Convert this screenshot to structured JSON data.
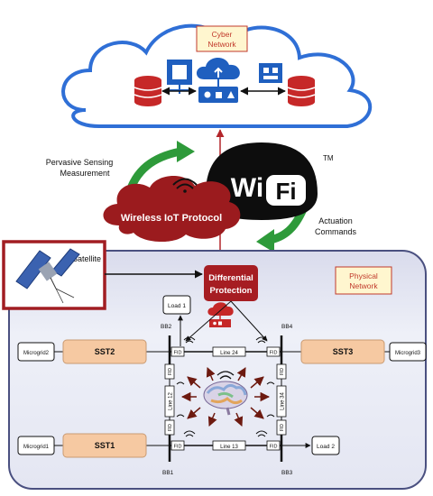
{
  "cyber": {
    "title_line1": "Cyber",
    "title_line2": "Network"
  },
  "sensing": {
    "line1": "Pervasive Sensing",
    "line2": "Measurement"
  },
  "iot": {
    "label": "Wireless IoT Protocol"
  },
  "wifi": {
    "brand": "Wi",
    "brand2": "Fi",
    "tm": "TM"
  },
  "actuation": {
    "line1": "Actuation",
    "line2": "Commands"
  },
  "satellite": {
    "label": "Satellite"
  },
  "diff_protection": {
    "line1": "Differential",
    "line2": "Protection"
  },
  "physical": {
    "title_line1": "Physical",
    "title_line2": "Network"
  },
  "grid": {
    "load1": "Load 1",
    "load2": "Load 2",
    "microgrid1": "Microgrid1",
    "microgrid2": "Microgrid2",
    "microgrid3": "Microgrid3",
    "sst1": "SST1",
    "sst2": "SST2",
    "sst3": "SST3",
    "bb1": "BB1",
    "bb2": "BB2",
    "bb3": "BB3",
    "bb4": "BB4",
    "line12": "Line 12",
    "line13": "Line 13",
    "line24": "Line 24",
    "line34": "Line 34",
    "fid": "FID"
  },
  "colors": {
    "cloud_stroke": "#2f6fd6",
    "iot_cloud": "#9b1b1e",
    "diff_box": "#a61d22",
    "sst_fill": "#f6c9a2",
    "physical_bg": "#e7e9f4",
    "green_arrow": "#2e9a3a",
    "red_link": "#b3262b",
    "title_box": "#fff6cf"
  }
}
